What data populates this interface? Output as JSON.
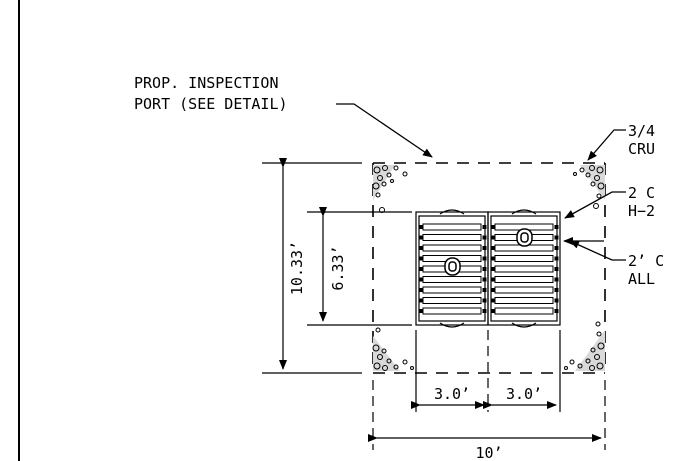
{
  "notes": {
    "inspection_port_line1": "PROP. INSPECTION",
    "inspection_port_line2": "PORT (SEE DETAIL)",
    "stone_line1": "3/4",
    "stone_line2": "CRU",
    "chambers_line1": "2 C",
    "chambers_line2": "H−2",
    "clearance_line1": "2’ C",
    "clearance_line2": "ALL"
  },
  "dimensions": {
    "outer_height": "10.33’",
    "inner_height": "6.33’",
    "chamber_width_left": "3.0’",
    "chamber_width_right": "3.0’",
    "overall_width": "10’"
  }
}
